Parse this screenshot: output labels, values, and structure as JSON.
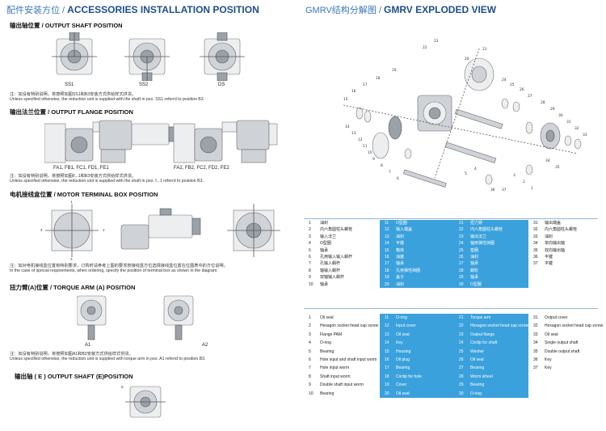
{
  "left": {
    "title_cn": "配件安装方位 / ",
    "title_en": "ACCESSORIES INSTALLATION POSITION",
    "shaft": {
      "heading": "输出轴位置 / OUTPUT SHAFT POSITION",
      "labels": [
        "SS1",
        "SS2",
        "DS"
      ],
      "note_cn": "注：如没有特别说明，将按照如图SS1和B3安装方式供给样式供货。",
      "note_en": "Unless specified otherwise, the reduction unit is supplied with the shaft in pso. SS1 referrd to position B3."
    },
    "flange": {
      "heading": "输出法兰位置 / OUTPUT FLANGE POSITION",
      "labels_left": "FA1, FB1, FC1, FD1, FE1",
      "labels_right": "FA2, FB2, FC2, FD2, FE2",
      "note_cn": "注：如没有特别说明，将按照如图F...1和B3安装方式供给样式供货。",
      "note_en": "Unless specified otherwise, the reduction unit is supplied with the shaft in pso. f...1 referrd to position B3."
    },
    "terminal": {
      "heading": "电机接线盒位置 / MOTOR TERMINAL BOX POSITION",
      "nums": [
        "1",
        "2",
        "3",
        "4"
      ],
      "note_cn": "注：如对电机接线盒位置有特别要求，订购时请参考上图的要求按接线盒方位选择接线盒位置在位图表中的方位说明。",
      "note_en": "In the case of special requirements, when ordering, specify the position of terminal box as shown in the diagram."
    },
    "torque": {
      "heading": "扭力臂(A)位置 / TORQUE ARM (A) POSITION",
      "labels": [
        "A1",
        "A2"
      ],
      "note_cn": "注：如没有特别说明，将按照如图A1和B3安装方式供给样式供货。",
      "note_en": "Unless specified otherwise, the reduction unit is supplied with torque arm in pso. A1 referrd to position B3."
    },
    "eshaft": {
      "heading": "输出轴 ( E ) OUTPUT SHAFT (E)POSITION",
      "label": "E"
    }
  },
  "right": {
    "title_cn": "GMRV结构分解图 / ",
    "title_en": "GMRV EXPLODED VIEW",
    "part_numbers": [
      "23",
      "22",
      "21",
      "20",
      "19",
      "18",
      "17",
      "16",
      "15",
      "14",
      "13",
      "12",
      "11",
      "10",
      "9",
      "8",
      "7",
      "6",
      "5",
      "4",
      "3",
      "2",
      "1",
      "24",
      "25",
      "26",
      "27",
      "28",
      "29",
      "30",
      "31",
      "32",
      "33",
      "34",
      "35",
      "36",
      "37"
    ],
    "cn_cols": [
      [
        [
          "1",
          "油封"
        ],
        [
          "2",
          "内六角圆柱头螺栓"
        ],
        [
          "3",
          "输入法兰"
        ],
        [
          "4",
          "O型圈"
        ],
        [
          "5",
          "轴承"
        ],
        [
          "6",
          "孔用输入输入蜗杆"
        ],
        [
          "7",
          "孔输入蜗杆"
        ],
        [
          "8",
          "轴输入蜗杆"
        ],
        [
          "9",
          "双轴输入蜗杆"
        ],
        [
          "10",
          "轴承"
        ]
      ],
      [
        [
          "11",
          "O型圈"
        ],
        [
          "12",
          "输入端盖"
        ],
        [
          "13",
          "油封"
        ],
        [
          "14",
          "平键"
        ],
        [
          "15",
          "箱体"
        ],
        [
          "16",
          "油塞"
        ],
        [
          "17",
          "轴承"
        ],
        [
          "18",
          "孔用弹性挡圈"
        ],
        [
          "19",
          "盖子"
        ],
        [
          "20",
          "油封"
        ]
      ],
      [
        [
          "21",
          "扭力臂"
        ],
        [
          "22",
          "内六角圆柱头螺栓"
        ],
        [
          "23",
          "输出法兰"
        ],
        [
          "24",
          "轴用弹性挡圈"
        ],
        [
          "25",
          "垫圈"
        ],
        [
          "26",
          "油封"
        ],
        [
          "27",
          "轴承"
        ],
        [
          "28",
          "蜗轮"
        ],
        [
          "29",
          "轴承"
        ],
        [
          "30",
          "O型圈"
        ]
      ],
      [
        [
          "31",
          "输出端盖"
        ],
        [
          "32",
          "内六角圆柱头螺栓"
        ],
        [
          "33",
          "油封"
        ],
        [
          "34",
          "单向输出轴"
        ],
        [
          "35",
          "双向输出轴"
        ],
        [
          "36",
          "平键"
        ],
        [
          "37",
          "平键"
        ]
      ]
    ],
    "en_cols": [
      [
        [
          "1",
          "Oil seal"
        ],
        [
          "2",
          "Hexagon socket head cap screw"
        ],
        [
          "3",
          "Flange PAM"
        ],
        [
          "4",
          "O-ring"
        ],
        [
          "5",
          "Bearing"
        ],
        [
          "6",
          "Hole input and shaft input worm"
        ],
        [
          "7",
          "Hole input worm"
        ],
        [
          "8",
          "Shaft input worm"
        ],
        [
          "9",
          "Double shaft input worm"
        ],
        [
          "10",
          "Bearing"
        ]
      ],
      [
        [
          "11",
          "O-ring"
        ],
        [
          "12",
          "Input cover"
        ],
        [
          "13",
          "Oil seal"
        ],
        [
          "14",
          "Key"
        ],
        [
          "15",
          "Housing"
        ],
        [
          "16",
          "Oil plug"
        ],
        [
          "17",
          "Bearing"
        ],
        [
          "18",
          "Circlip for hole"
        ],
        [
          "19",
          "Cover"
        ],
        [
          "20",
          "Oil seal"
        ]
      ],
      [
        [
          "21",
          "Torque arm"
        ],
        [
          "22",
          "Hexagon socket head cap screw"
        ],
        [
          "23",
          "Output flange"
        ],
        [
          "24",
          "Circlip for shaft"
        ],
        [
          "25",
          "Washer"
        ],
        [
          "26",
          "Oil seal"
        ],
        [
          "27",
          "Bearing"
        ],
        [
          "28",
          "Worm wheel"
        ],
        [
          "29",
          "Bearing"
        ],
        [
          "30",
          "O-ring"
        ]
      ],
      [
        [
          "31",
          "Output cover"
        ],
        [
          "32",
          "Hexagon socket head cap screw"
        ],
        [
          "33",
          "Oil seal"
        ],
        [
          "34",
          "Single output shaft"
        ],
        [
          "35",
          "Double output shaft"
        ],
        [
          "36",
          "Key"
        ],
        [
          "37",
          "Key"
        ]
      ]
    ]
  }
}
